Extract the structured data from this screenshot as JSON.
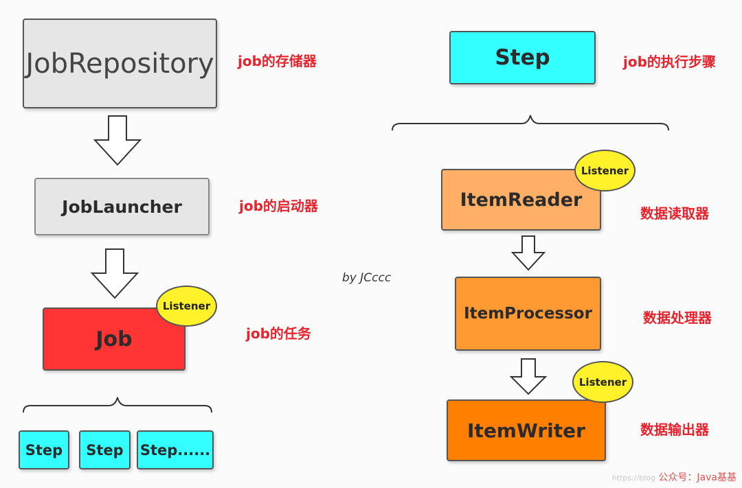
{
  "left": {
    "repository": {
      "label": "JobRepository",
      "note": "job的存储器"
    },
    "launcher": {
      "label": "JobLauncher",
      "note": "job的启动器"
    },
    "job": {
      "label": "Job",
      "note": "job的任务",
      "listener": "Listener"
    },
    "steps": [
      "Step",
      "Step",
      "Step......"
    ]
  },
  "right": {
    "step": {
      "label": "Step",
      "note": "job的执行步骤"
    },
    "reader": {
      "label": "ItemReader",
      "note": "数据读取器",
      "listener": "Listener"
    },
    "processor": {
      "label": "ItemProcessor",
      "note": "数据处理器"
    },
    "writer": {
      "label": "ItemWriter",
      "note": "数据输出器",
      "listener": "Listener"
    }
  },
  "credit": "by JCccc",
  "watermark": {
    "faint": "https://blog",
    "text": "公众号：Java基基"
  },
  "colors": {
    "repository": "#e6e6e6",
    "launcher": "#e6e6e6",
    "job": "#ff3434",
    "step": "#33ffff",
    "reader": "#ffb066",
    "processor": "#ff9a33",
    "writer": "#ff7f00",
    "listener": "#fff12a",
    "note": "#e8232d"
  }
}
